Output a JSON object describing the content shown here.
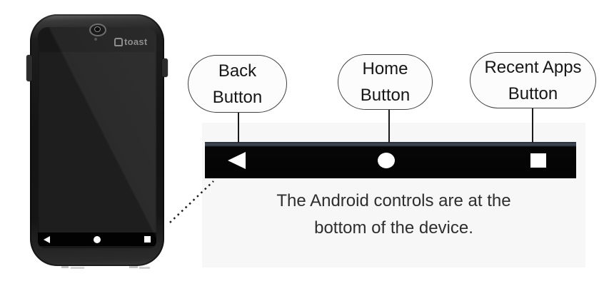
{
  "device": {
    "brand": "toast",
    "nav_icon_names": [
      "back-triangle-icon",
      "home-circle-icon",
      "recent-apps-square-icon"
    ]
  },
  "callouts": {
    "back": {
      "line1": "Back",
      "line2": "Button"
    },
    "home": {
      "line1": "Home",
      "line2": "Button"
    },
    "recents": {
      "line1": "Recent Apps",
      "line2": "Button"
    }
  },
  "caption": {
    "line1": "The Android controls are at the",
    "line2": "bottom of the device."
  },
  "colors": {
    "panel_bg": "#f7f7f8",
    "nav_bar_bg": "#040404",
    "nav_strip": "#3d4551",
    "bubble_bg": "#fcfcfd",
    "bubble_border": "#404040",
    "text_color": "#2e2e2e",
    "icon_white": "#ffffff",
    "connector_color": "#1a1a1a"
  }
}
